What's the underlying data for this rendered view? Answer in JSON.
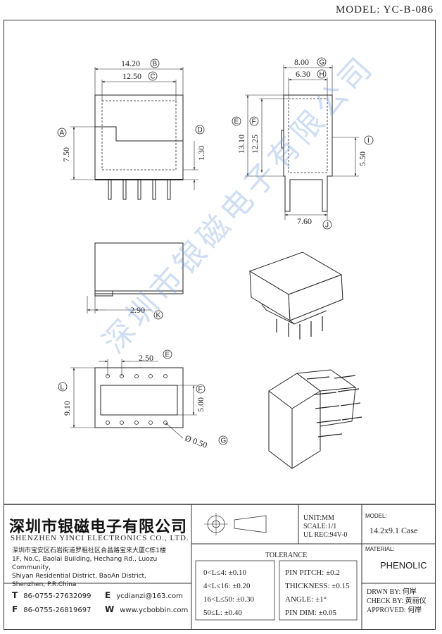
{
  "header": {
    "model": "MODEL: YC-B-086"
  },
  "front_view": {
    "dim_b": "14.20",
    "label_b": "B",
    "dim_c": "12.50",
    "label_c": "C",
    "dim_a": "7.50",
    "label_a": "A",
    "dim_d": "1.30",
    "label_d": "D"
  },
  "side_view": {
    "dim_g": "8.00",
    "label_g": "G",
    "dim_h": "6.30",
    "label_h": "H",
    "dim_e": "13.10",
    "label_e": "E",
    "dim_f": "12.25",
    "label_f": "F",
    "dim_i": "5.50",
    "label_i": "I",
    "dim_j": "7.60",
    "label_j": "J"
  },
  "top_view": {
    "dim_k": "2.90",
    "label_k": "K"
  },
  "bottom_view": {
    "dim_e2": "2.50",
    "label_e2": "E",
    "dim_l": "9.10",
    "label_l": "L",
    "dim_f2": "5.00",
    "label_f2": "F",
    "dim_hole": "Ø 0.50",
    "label_hole": "G"
  },
  "watermark": "深圳市银磁电子有限公司",
  "title_block": {
    "company_cn": "深圳市银磁电子有限公司",
    "company_en": "SHENZHEN YINCI ELECTRONICS CO., LTD.",
    "address_cn": "深圳市宝安区石岩街道罗租社区合昌路宝来大厦C栋1楼",
    "address_en_1": "1F, No.C, Baolai Building, Hechang Rd., Luozu Community,",
    "address_en_2": "Shiyan Residential District, BaoAn District,",
    "address_en_3": "Shenzhen, P.R.China",
    "tel_label": "T",
    "tel": "86-0755-27632099",
    "fax_label": "F",
    "fax": "86-0755-26819697",
    "email_label": "E",
    "email": "ycdianzi@163.com",
    "web_label": "W",
    "web": "www.ycbobbin.com",
    "unit": "UNIT:MM",
    "scale": "SCALE:1/1",
    "ul": "UL REC:94V-0",
    "model_label": "MODEL:",
    "model_value": "14.2x9.1 Case",
    "material_label": "MATERIAL:",
    "material_value": "PHENOLIC",
    "tolerance_title": "TOLERANCE",
    "tol_1": "0<L≤4: ±0.10",
    "tol_2": "4<L≤16: ±0.20",
    "tol_3": "16<L≤50: ±0.30",
    "tol_4": "50≤L: ±0.40",
    "tol_pin_pitch": "PIN PITCH: ±0.2",
    "tol_thickness": "THICKNESS: ±0.15",
    "tol_angle": "ANGLE: ±1°",
    "tol_pin_dim": "PIN DIM: ±0.05",
    "drawn_by": "DRWN BY: 何岸",
    "check_by": "CHECK BY: 黄丽仪",
    "approved": "APPROVED: 何岸"
  }
}
